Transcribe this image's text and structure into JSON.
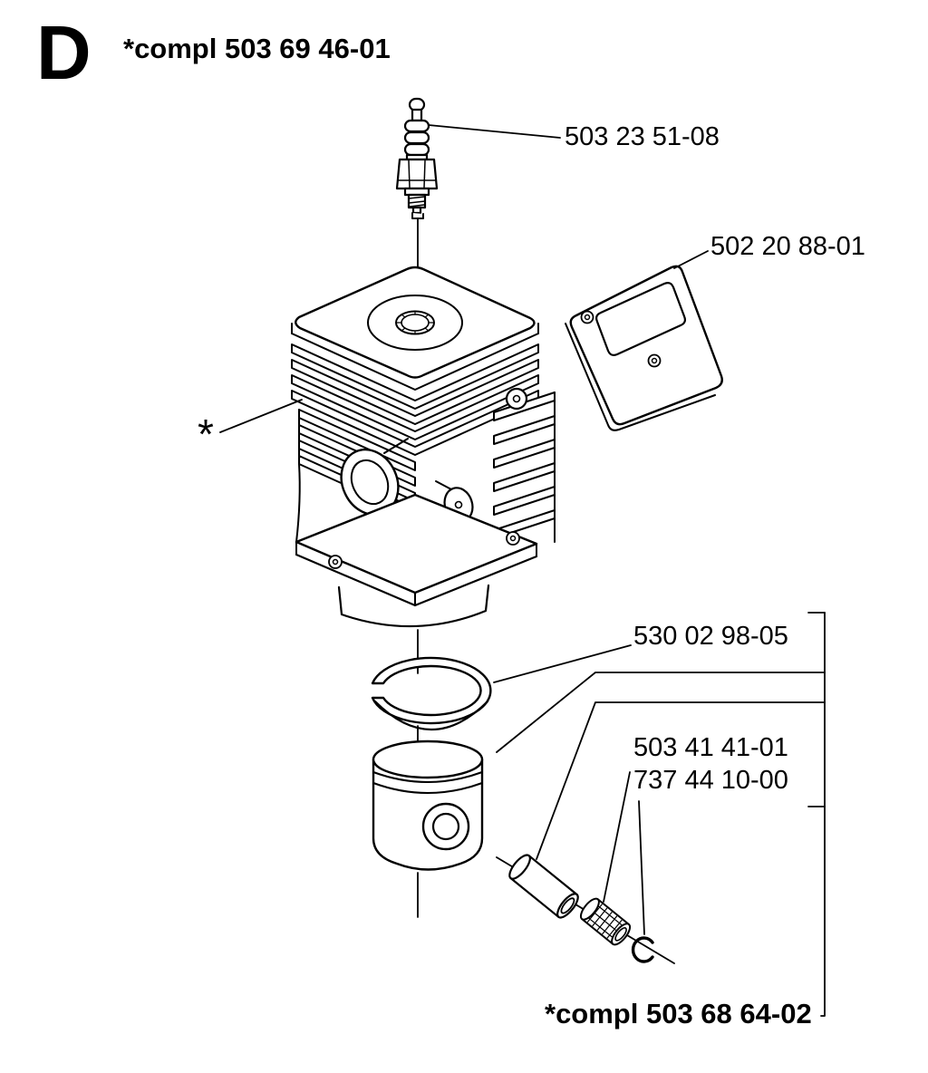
{
  "page": {
    "background": "#ffffff",
    "line_color": "#000000",
    "section_letter": "D"
  },
  "labels": {
    "top_assembly": "*compl 503 69 46-01",
    "spark_plug": "503 23 51-08",
    "muffler_gasket": "502 20 88-01",
    "cylinder_marker": "*",
    "piston_ring": "530 02 98-05",
    "circlip": "503 41 41-01",
    "needle_bearing": "737 44 10-00",
    "bottom_assembly": "*compl 503 68 64-02"
  }
}
